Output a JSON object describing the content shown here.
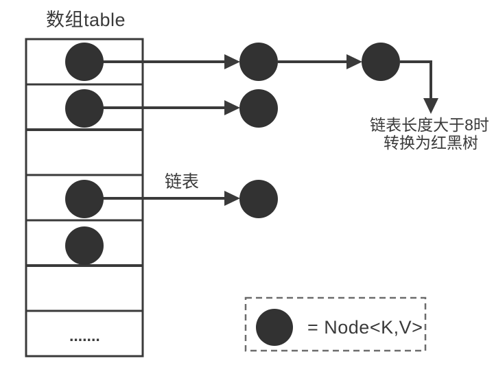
{
  "diagram": {
    "title": "数组table",
    "array": {
      "row_count": 7,
      "rows": [
        {
          "cell": "node",
          "chain_length": 2,
          "chain_tail_note": true
        },
        {
          "cell": "node",
          "chain_length": 1
        },
        {
          "cell": "empty",
          "chain_length": 0
        },
        {
          "cell": "node",
          "chain_length": 1,
          "chain_label": "链表"
        },
        {
          "cell": "node",
          "chain_length": 0
        },
        {
          "cell": "empty",
          "chain_length": 0
        },
        {
          "cell": "ellipsis",
          "chain_length": 0
        }
      ],
      "ellipsis": "......."
    },
    "labels": {
      "linked_list": "链表",
      "treeify_line1": "链表长度大于8时",
      "treeify_line2": "转换为红黑树"
    },
    "legend": {
      "icon": "node-circle",
      "text": "= Node<K,V>"
    },
    "colors": {
      "node_fill": "#323232",
      "stroke": "#3a3a3a",
      "legend_border": "#6b6b6b",
      "text": "#3a3a3a",
      "background": "#ffffff"
    }
  }
}
